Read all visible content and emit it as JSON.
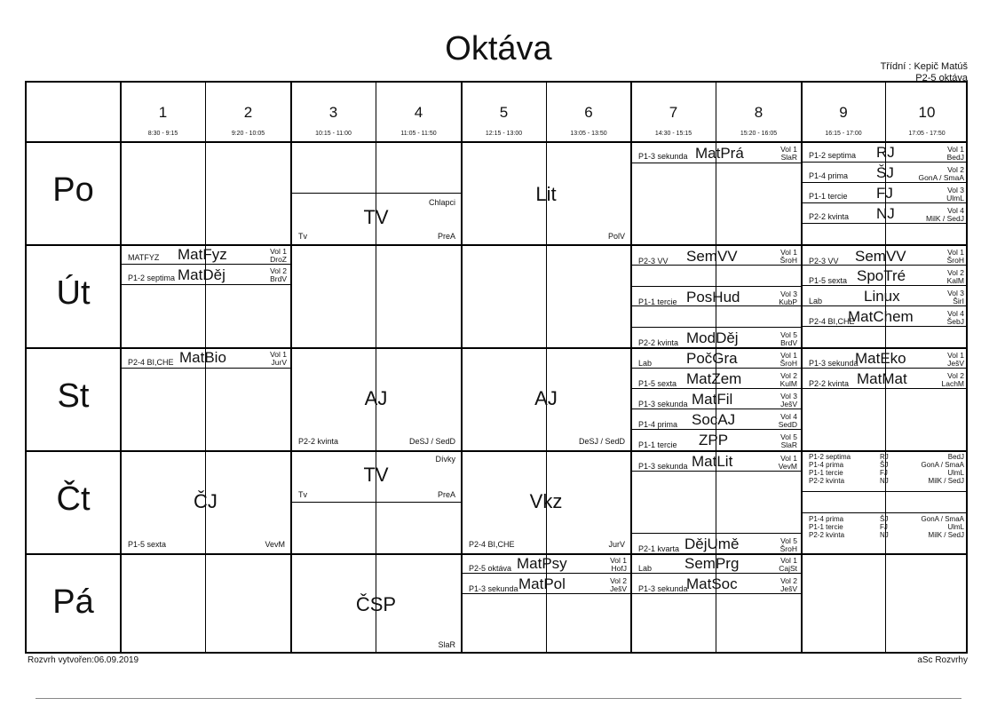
{
  "title": "Oktáva",
  "class_teacher": "Třídní : Kepič Matúš",
  "class_code": "P2-5 oktáva",
  "periods": [
    {
      "num": "1",
      "time": "8:30 - 9:15"
    },
    {
      "num": "2",
      "time": "9:20 - 10:05"
    },
    {
      "num": "3",
      "time": "10:15 - 11:00"
    },
    {
      "num": "4",
      "time": "11:05 - 11:50"
    },
    {
      "num": "5",
      "time": "12:15 - 13:00"
    },
    {
      "num": "6",
      "time": "13:05 - 13:50"
    },
    {
      "num": "7",
      "time": "14:30 - 15:15"
    },
    {
      "num": "8",
      "time": "15:20 - 16:05"
    },
    {
      "num": "9",
      "time": "16:15 - 17:00"
    },
    {
      "num": "10",
      "time": "17:05 - 17:50"
    }
  ],
  "days": [
    "Po",
    "Út",
    "St",
    "Čt",
    "Pá"
  ],
  "po": {
    "tv": {
      "group": "Chlapci",
      "subject": "TV",
      "room": "Tv",
      "teacher": "PreA"
    },
    "lit": {
      "subject": "Lit",
      "teacher": "PolV"
    },
    "p78": {
      "group": "P1-3 sekunda",
      "subject": "MatPrá",
      "vol": "Vol 1",
      "teacher": "SlaR"
    },
    "p910": [
      {
        "group": "P1-2 septima",
        "subject": "RJ",
        "vol": "Vol 1",
        "teacher": "BedJ"
      },
      {
        "group": "P1-4 prima",
        "subject": "ŠJ",
        "vol": "Vol 2",
        "teacher": "GonA / SmaA"
      },
      {
        "group": "P1-1 tercie",
        "subject": "FJ",
        "vol": "Vol 3",
        "teacher": "UlmL"
      },
      {
        "group": "P2-2 kvinta",
        "subject": "NJ",
        "vol": "Vol 4",
        "teacher": "MilK / SedJ"
      }
    ]
  },
  "ut": {
    "p12": [
      {
        "group": "MATFYZ",
        "subject": "MatFyz",
        "vol": "Vol 1",
        "teacher": "DroZ"
      },
      {
        "group": "P1-2 septima",
        "subject": "MatDěj",
        "vol": "Vol 2",
        "teacher": "BrdV"
      }
    ],
    "p78": [
      {
        "group": "P2-3 VV",
        "subject": "SemVV",
        "vol": "Vol 1",
        "teacher": "ŠroH"
      },
      {
        "group": "P1-1 tercie",
        "subject": "PosHud",
        "vol": "Vol 3",
        "teacher": "KubP"
      },
      {
        "group": "P2-2 kvinta",
        "subject": "ModDěj",
        "vol": "Vol 5",
        "teacher": "BrdV"
      }
    ],
    "p910": [
      {
        "group": "P2-3 VV",
        "subject": "SemVV",
        "vol": "Vol 1",
        "teacher": "ŠroH"
      },
      {
        "group": "P1-5 sexta",
        "subject": "SpoTré",
        "vol": "Vol 2",
        "teacher": "KalM"
      },
      {
        "group": "Lab",
        "subject": "Linux",
        "vol": "Vol 3",
        "teacher": "ŠirI"
      },
      {
        "group": "P2-4 BI,CHE",
        "subject": "MatChem",
        "vol": "Vol 4",
        "teacher": "ŠebJ"
      }
    ]
  },
  "st": {
    "p12": {
      "group": "P2-4 BI,CHE",
      "subject": "MatBio",
      "vol": "Vol 1",
      "teacher": "JurV"
    },
    "aj1": {
      "subject": "AJ",
      "group": "P2-2 kvinta",
      "teacher": "DeSJ / SedD"
    },
    "aj2": {
      "subject": "AJ",
      "teacher": "DeSJ / SedD"
    },
    "p78": [
      {
        "group": "Lab",
        "subject": "PočGra",
        "vol": "Vol 1",
        "teacher": "ŠroH"
      },
      {
        "group": "P1-5 sexta",
        "subject": "MatZem",
        "vol": "Vol 2",
        "teacher": "KulM"
      },
      {
        "group": "P1-3 sekunda",
        "subject": "MatFil",
        "vol": "Vol 3",
        "teacher": "JešV"
      },
      {
        "group": "P1-4 prima",
        "subject": "SocAJ",
        "vol": "Vol 4",
        "teacher": "SedD"
      },
      {
        "group": "P1-1 tercie",
        "subject": "ZPP",
        "vol": "Vol 5",
        "teacher": "SlaR"
      }
    ],
    "p910": [
      {
        "group": "P1-3 sekunda",
        "subject": "MatEko",
        "vol": "Vol 1",
        "teacher": "JešV"
      },
      {
        "group": "P2-2 kvinta",
        "subject": "MatMat",
        "vol": "Vol 2",
        "teacher": "LachM"
      }
    ]
  },
  "ct": {
    "cj": {
      "subject": "ČJ",
      "group": "P1-5 sexta",
      "teacher": "VevM"
    },
    "tv": {
      "group": "Dívky",
      "subject": "TV",
      "room": "Tv",
      "teacher": "PreA"
    },
    "vkz": {
      "subject": "Vkz",
      "group": "P2-4 BI,CHE",
      "teacher": "JurV"
    },
    "p78a": {
      "group": "P1-3 sekunda",
      "subject": "MatLit",
      "vol": "Vol 1",
      "teacher": "VevM"
    },
    "p78b": {
      "group": "P2-1 kvarta",
      "subject": "DějUmě",
      "vol": "Vol 5",
      "teacher": "ŠroH"
    },
    "p910a": [
      {
        "group": "P1-2 septima",
        "subject": "RJ",
        "teacher": "BedJ"
      },
      {
        "group": "P1-4 prima",
        "subject": "ŠJ",
        "teacher": "GonA / SmaA"
      },
      {
        "group": "P1-1 tercie",
        "subject": "FJ",
        "teacher": "UlmL"
      },
      {
        "group": "P2-2 kvinta",
        "subject": "NJ",
        "teacher": "MilK / SedJ"
      }
    ],
    "p910b": [
      {
        "group": "P1-4 prima",
        "subject": "ŠJ",
        "teacher": "GonA / SmaA"
      },
      {
        "group": "P1-1 tercie",
        "subject": "FJ",
        "teacher": "UlmL"
      },
      {
        "group": "P2-2 kvinta",
        "subject": "NJ",
        "teacher": "MilK / SedJ"
      }
    ]
  },
  "pa": {
    "csp": {
      "subject": "ČSP",
      "teacher": "SlaR"
    },
    "p56": [
      {
        "group": "P2-5 oktáva",
        "subject": "MatPsy",
        "vol": "Vol 1",
        "teacher": "HofJ"
      },
      {
        "group": "P1-3 sekunda",
        "subject": "MatPol",
        "vol": "Vol 2",
        "teacher": "JešV"
      }
    ],
    "p78": [
      {
        "group": "Lab",
        "subject": "SemPrg",
        "vol": "Vol 1",
        "teacher": "CajSt"
      },
      {
        "group": "P1-3 sekunda",
        "subject": "MatSoc",
        "vol": "Vol 2",
        "teacher": "JešV"
      }
    ]
  },
  "footer": {
    "created": "Rozvrh vytvořen:06.09.2019",
    "brand": "aSc Rozvrhy"
  }
}
